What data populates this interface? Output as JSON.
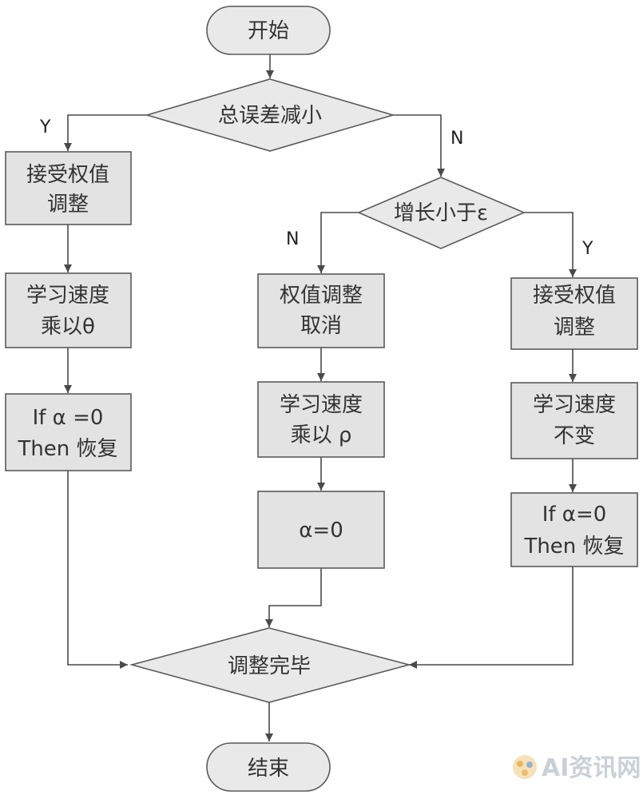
{
  "diagram": {
    "start": "开始",
    "decision_total_error": "总误差减小",
    "decision_growth": "增长小于ε",
    "left_branch_label": "Y",
    "right_branch_label": "N",
    "growth_no_label": "N",
    "growth_yes_label": "Y",
    "left": {
      "accept": [
        "接受权值",
        "调整"
      ],
      "rate": [
        "学习速度",
        "乘以θ"
      ],
      "restore": [
        "If  α =0",
        "Then 恢复"
      ]
    },
    "middle": {
      "cancel": [
        "权值调整",
        "取消"
      ],
      "rate": [
        "学习速度",
        "乘以 ρ"
      ],
      "alpha": "α=0"
    },
    "right": {
      "accept": [
        "接受权值",
        "调整"
      ],
      "rate": [
        "学习速度",
        "不变"
      ],
      "restore": [
        "If α=0",
        "Then 恢复"
      ]
    },
    "decision_done": "调整完毕",
    "end": "结束"
  },
  "watermark": {
    "text": "AI资讯网"
  },
  "colors": {
    "box_fill": "#e3e3e3",
    "stroke": "#5a5a5a",
    "text": "#333333"
  }
}
